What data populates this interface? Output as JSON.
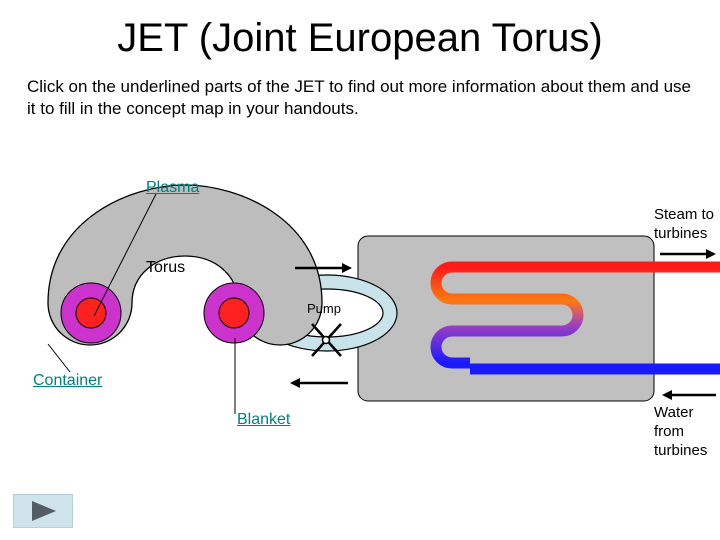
{
  "title": "JET (Joint European Torus)",
  "instructions": "Click on the underlined parts of the JET to find out more information about them and use it to fill in the concept map in your handouts.",
  "labels": {
    "plasma": "Plasma",
    "torus": "Torus",
    "pump": "Pump",
    "container": "Container",
    "blanket": "Blanket",
    "steam": "Steam to turbines",
    "water": "Water from turbines"
  },
  "colors": {
    "link": "#00807f",
    "hot_pipe": "#ff1a1a",
    "cold_pipe": "#1a1aff",
    "plasma_core": "#ff2020",
    "blanket_ring": "#cc33cc",
    "loop": "#c8e3ea",
    "heat_exchanger": "#c0c0c0"
  },
  "icons": {
    "next": "play-triangle-icon"
  }
}
